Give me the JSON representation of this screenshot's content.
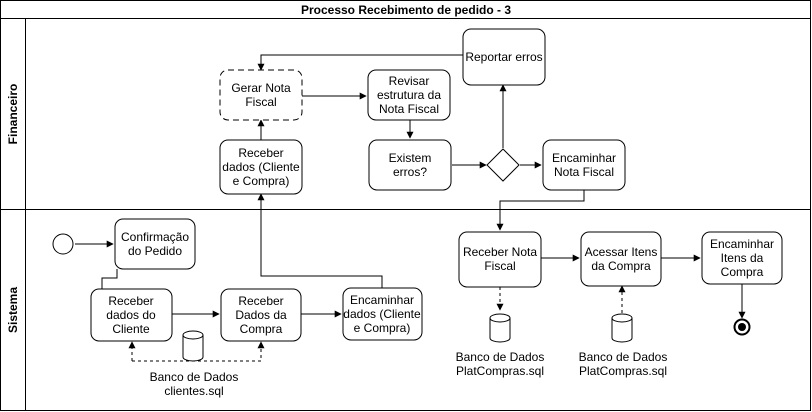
{
  "pool": {
    "title": "Processo Recebimento de pedido - 3"
  },
  "lanes": {
    "financeiro": "Financeiro",
    "sistema": "Sistema"
  },
  "tasks": {
    "reportar_erros": [
      "Reportar erros"
    ],
    "gerar_nota": [
      "Gerar Nota",
      "Fiscal"
    ],
    "revisar": [
      "Revisar",
      "estrutura da",
      "Nota Fiscal"
    ],
    "receber_financeiro": [
      "Receber",
      "dados (Cliente",
      "e Compra)"
    ],
    "existem_erros": [
      "Existem",
      "erros?"
    ],
    "encaminhar_nota": [
      "Encaminhar",
      "Nota Fiscal"
    ],
    "confirmacao": [
      "Confirmação",
      "do Pedido"
    ],
    "receber_cliente": [
      "Receber",
      "dados do",
      "Cliente"
    ],
    "receber_compra": [
      "Receber",
      "Dados da",
      "Compra"
    ],
    "encaminhar_dados": [
      "Encaminhar",
      "dados (Cliente",
      "e Compra)"
    ],
    "receber_nota": [
      "Receber Nota",
      "Fiscal"
    ],
    "acessar_itens": [
      "Acessar Itens",
      "da Compra"
    ],
    "encaminhar_itens": [
      "Encaminhar",
      "Itens da",
      "Compra"
    ]
  },
  "databases": {
    "clientes": [
      "Banco de Dados",
      "clientes.sql"
    ],
    "plat1": [
      "Banco de Dados",
      "PlatCompras.sql"
    ],
    "plat2": [
      "Banco de Dados",
      "PlatCompras.sql"
    ]
  }
}
